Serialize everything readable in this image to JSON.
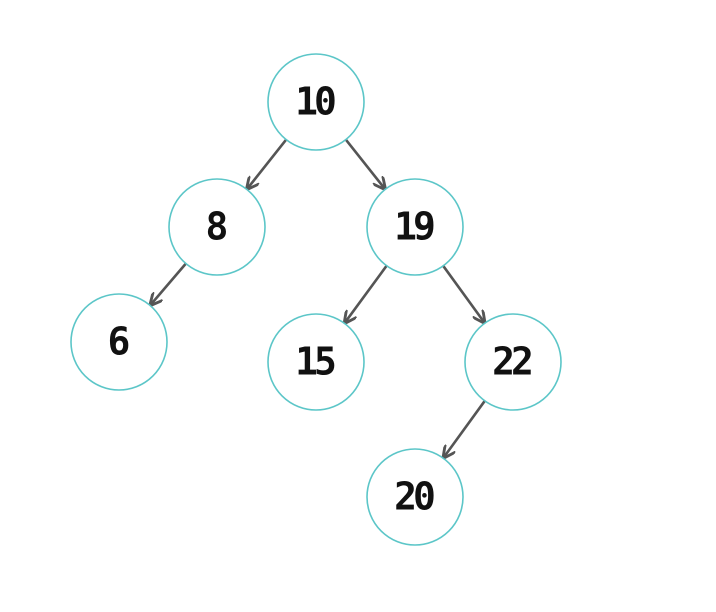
{
  "tree": {
    "nodes": [
      {
        "id": "n10",
        "value": "10",
        "parent": null
      },
      {
        "id": "n8",
        "value": "8",
        "parent": "n10"
      },
      {
        "id": "n19",
        "value": "19",
        "parent": "n10"
      },
      {
        "id": "n6",
        "value": "6",
        "parent": "n8"
      },
      {
        "id": "n15",
        "value": "15",
        "parent": "n19"
      },
      {
        "id": "n22",
        "value": "22",
        "parent": "n19"
      },
      {
        "id": "n20",
        "value": "20",
        "parent": "n22"
      }
    ],
    "colors": {
      "node_border": "#5cc6c8",
      "arrow": "#555555",
      "text": "#111111"
    }
  }
}
